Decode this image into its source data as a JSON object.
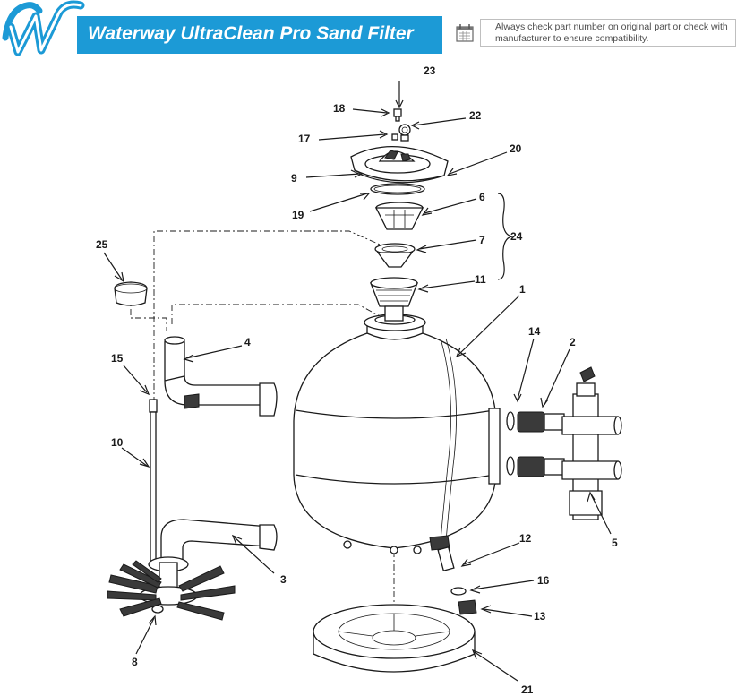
{
  "header": {
    "title": "Waterway UltraClean Pro Sand Filter",
    "notice": "Always check part number on original part or check with manufacturer to ensure compatibility.",
    "brand_color": "#1c9ad6",
    "logo_icon": "waterway-w-logo-icon",
    "notice_icon": "calendar-icon"
  },
  "diagram": {
    "callouts": [
      "23",
      "18",
      "22",
      "17",
      "20",
      "9",
      "6",
      "19",
      "24",
      "7",
      "25",
      "11",
      "1",
      "4",
      "14",
      "2",
      "15",
      "10",
      "5",
      "12",
      "3",
      "16",
      "13",
      "8",
      "21"
    ]
  }
}
